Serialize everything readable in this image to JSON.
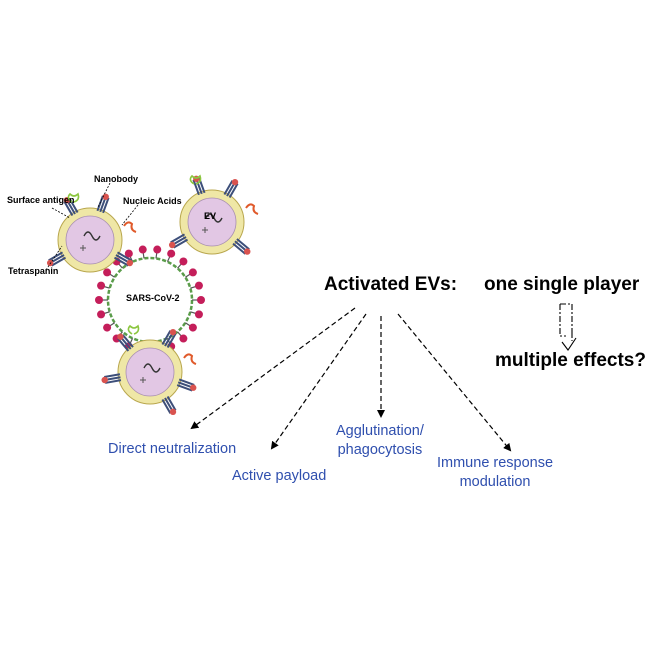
{
  "labels": {
    "surface_antigen": "Surface antigen",
    "nanobody": "Nanobody",
    "nucleic_acids": "Nucleic Acids",
    "tetraspanin": "Tetraspanin",
    "ev": "EV",
    "virus": "SARS-CoV-2"
  },
  "headline": {
    "activated": "Activated EVs:",
    "single_player": "one single player",
    "multiple_effects": "multiple effects?"
  },
  "effects": [
    {
      "lines": [
        "Direct neutralization"
      ]
    },
    {
      "lines": [
        "Active payload"
      ]
    },
    {
      "lines": [
        "Agglutination/",
        "phagocytosis"
      ]
    },
    {
      "lines": [
        "Immune response",
        "modulation"
      ]
    }
  ],
  "colors": {
    "effect_text": "#2f4fae",
    "ev_membrane": "#efe7a6",
    "ev_core": "#e2c7e4",
    "virus_spike": "#c41e5a",
    "virus_envelope": "#5a9c4a",
    "tetraspanin": "#3d4f7a",
    "nanobody": "#d9534f",
    "antigen": "#8cc63f",
    "nucleic_acid": "#e05a2b"
  }
}
